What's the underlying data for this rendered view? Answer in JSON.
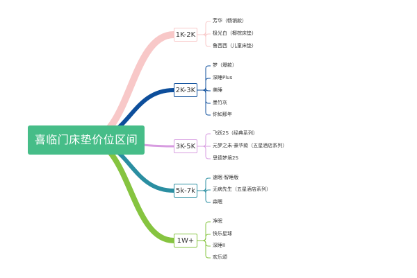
{
  "title": "喜临门床垫价位区间",
  "categories": [
    {
      "label": "1K-2K",
      "color": "#f8c8c8",
      "items": [
        "芳华（畅销款）",
        "极光白（椰棕床垫）",
        "鲁西西（儿童床垫）"
      ]
    },
    {
      "label": "2K-3K",
      "color": "#0d4e9b",
      "items": [
        "梦（爆款）",
        "深睡Plus",
        "美睡",
        "墨竹灰",
        "你如那年"
      ]
    },
    {
      "label": "3K-5K",
      "color": "#d79be0",
      "items": [
        "飞跃2S（经典系列）",
        "元梦之未·豪华款（五星酒店系列）",
        "思德梦境2S"
      ]
    },
    {
      "label": "5k-7k",
      "color": "#2a8ea1",
      "items": [
        "速眠·智睡版",
        "无病先生（五星酒店系列）",
        "森眠"
      ]
    },
    {
      "label": "1W+",
      "color": "#86c440",
      "items": [
        "净眠",
        "快乐星球",
        "深睡II",
        "欢乐颂"
      ]
    }
  ]
}
